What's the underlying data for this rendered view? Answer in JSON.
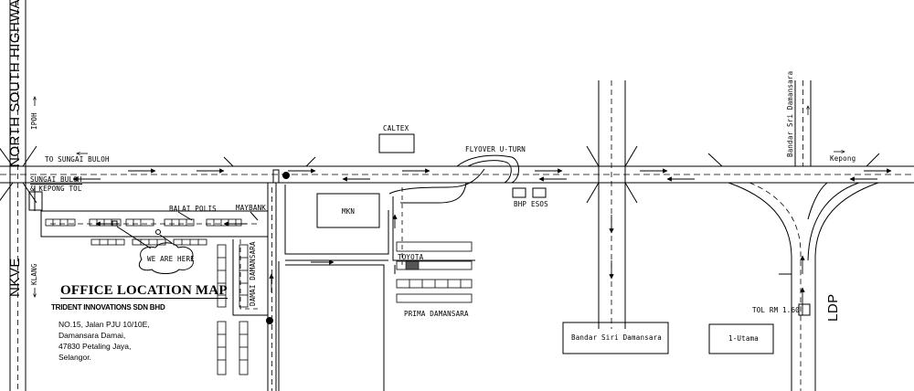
{
  "map": {
    "title": "OFFICE LOCATION MAP",
    "company": "TRIDENT INNOVATIONS SDN BHD",
    "address": [
      "NO.15, Jalan PJU 10/10E,",
      "Damansara Damai,",
      "47830 Petaling Jaya,",
      "Selangor."
    ],
    "highways": {
      "north_south": "NORTH SOUTH HIGHWAY",
      "nkve": "NKVE",
      "ldp": "LDP",
      "bandar_sri_damansara_road": "Bandar Sri Damansara"
    },
    "directions": {
      "ipoh": "IPOH",
      "klang": "KLANG",
      "to_sungai_buloh": "TO SUNGAI BULOH",
      "kepong": "Kepong"
    },
    "toll_plazas": {
      "sungai_buloh": [
        "SUNGAI BULOH",
        "& KEPONG TOL"
      ],
      "ldp_toll": "TOL RM 1.60"
    },
    "landmarks": {
      "balai_polis": "BALAI POLIS",
      "maybank": "MAYBANK",
      "you_are_here": "WE ARE HERE",
      "damai_damansara": "DAMAI DAMANSARA",
      "caltex": "CALTEX",
      "mkn": "MKN",
      "flyover_u_turn": "FLYOVER U-TURN",
      "bhp": "BHP",
      "esos": "ESOS",
      "toyota": "TOYOTA",
      "prima_damansara": "PRIMA DAMANSARA",
      "bandar_sri_damansara_area": "Bandar Siri Damansara",
      "one_utama": "1-Utama"
    },
    "colors": {
      "ink": "#000000",
      "background": "#ffffff"
    }
  }
}
